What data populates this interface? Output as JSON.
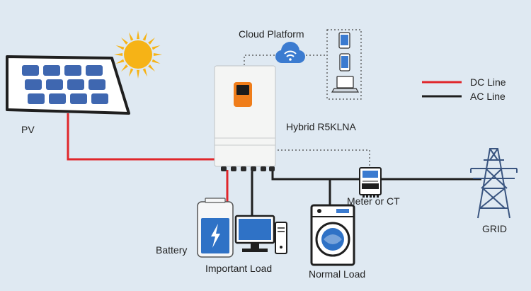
{
  "labels": {
    "pv": "PV",
    "cloud": "Cloud Platform",
    "inverter": "Hybrid R5KLNA",
    "battery": "Battery",
    "important_load": "Important Load",
    "normal_load": "Normal Load",
    "meter": "Meter or CT",
    "grid": "GRID"
  },
  "legend": {
    "dc": "DC Line",
    "ac": "AC Line"
  },
  "colors": {
    "background": "#dfe9f2",
    "dc_line": "#e0262b",
    "ac_line": "#1f1f1f",
    "panel_cell": "#3f67b0",
    "sun": "#f6b316",
    "inverter_display": "#ef7d1a",
    "battery": "#2f72c6",
    "cloud": "#3b7bd0",
    "tower": "#3a5580"
  },
  "icons": {
    "sun": "sun-icon",
    "cloud": "wifi-cloud-icon",
    "devices": [
      "tablet-icon",
      "phone-icon",
      "laptop-icon"
    ],
    "battery": "lightning-icon",
    "pc": "desktop-computer-icon",
    "washer": "washing-machine-icon",
    "meter": "energy-meter-icon",
    "grid": "transmission-tower-icon"
  }
}
